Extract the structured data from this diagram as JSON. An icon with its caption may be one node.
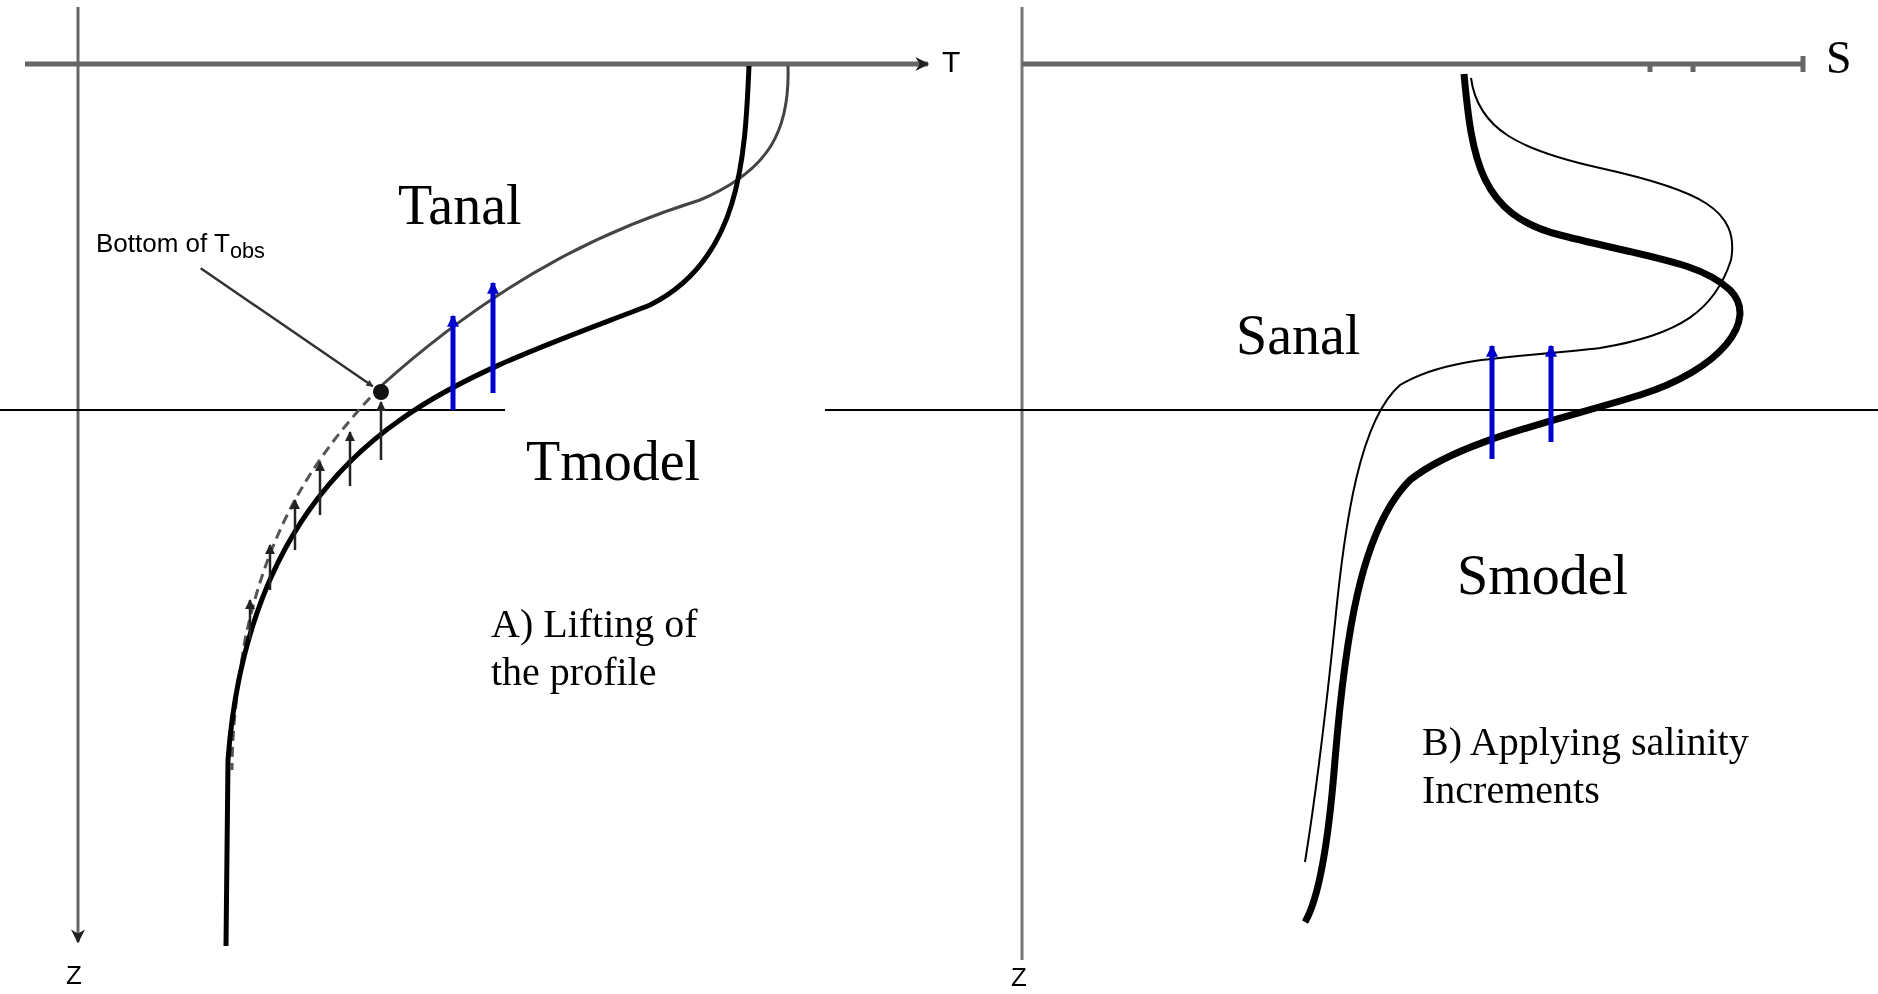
{
  "diagram": {
    "nodes": [
      {
        "text": [
          "Bottom of T$_{obs}$"
        ]
      },
      {
        "text": [],
        "shape": "circle"
      }
    ],
    "edges": [
      {
        "from": 0,
        "to": 1,
        "arrow": "to"
      }
    ],
    "labels": [
      "T",
      "Tanal",
      "Tmodel",
      "A) Lifting of the profile",
      "Z",
      "S",
      "Sanal",
      "Smodel",
      "B) Applying salinity Increments",
      "Z"
    ]
  }
}
